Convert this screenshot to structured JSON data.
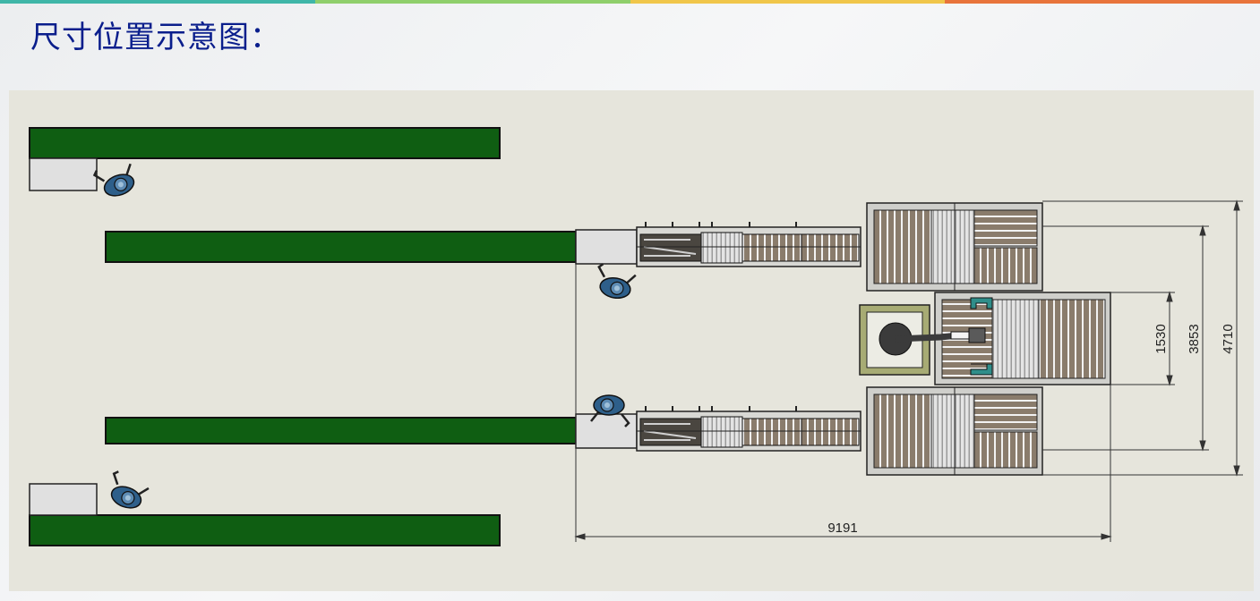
{
  "slide": {
    "title": "尺寸位置示意图：",
    "accent_colors": [
      "#3fb6a8",
      "#8fcf6b",
      "#f0c64a",
      "#e8743b"
    ],
    "drawing_background": "#e6e5dc",
    "conveyor_color": "#0f5e12"
  },
  "dimensions": {
    "total_width": "9191",
    "center_cell_depth": "1530",
    "inner_rack_span": "3853",
    "outer_rack_span": "4710"
  },
  "icons": {
    "operator": "operator-icon",
    "robot": "robot-arm-icon",
    "pallet_rack": "pallet-rack-icon"
  }
}
